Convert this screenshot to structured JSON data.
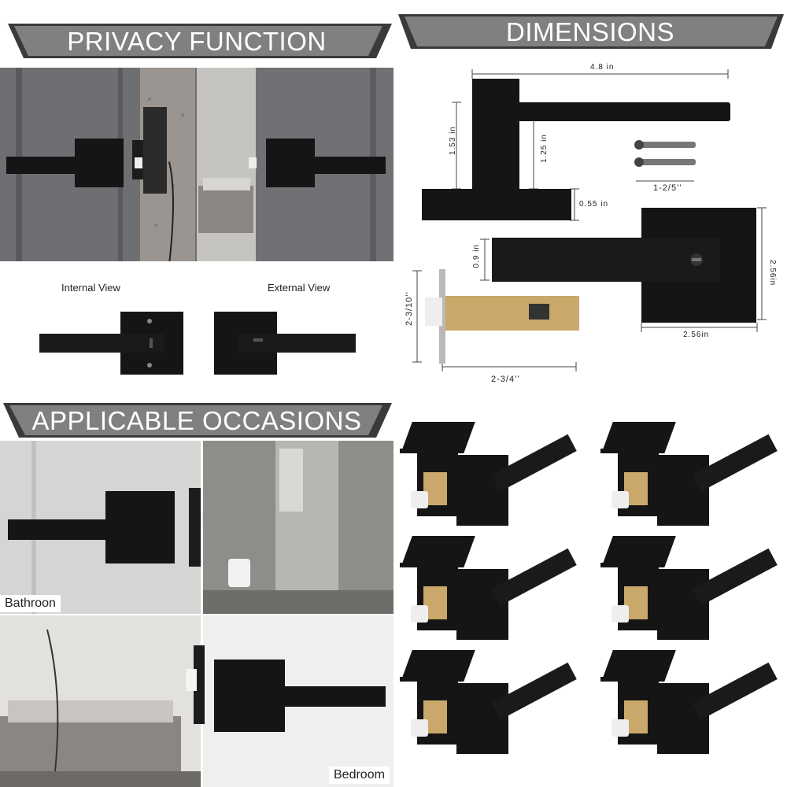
{
  "banners": {
    "privacy": "PRIVACY FUNCTION",
    "dimensions": "DIMENSIONS",
    "occasions": "APPLICABLE OCCASIONS"
  },
  "views": {
    "internal": "Internal View",
    "external": "External View"
  },
  "dimensions": {
    "lever_length": "4.8 in",
    "height_total": "1.53 in",
    "height_lever": "1.25 in",
    "rose_thickness": "0.55 in",
    "screw_length": "1-2/5’’",
    "lever_width": "0.9 in",
    "rose_height": "2.56in",
    "rose_width": "2.56in",
    "latch_height": "2-3/10’’",
    "latch_length": "2-3/4’’"
  },
  "occasions": {
    "bathroom": "Bathroon",
    "bedroom": "Bedroom"
  },
  "colors": {
    "banner_gray": "#808080",
    "banner_dark": "#3a3a3a",
    "handle_black": "#151515",
    "door_gray": "#6e6f72",
    "brass": "#c9a86a"
  }
}
